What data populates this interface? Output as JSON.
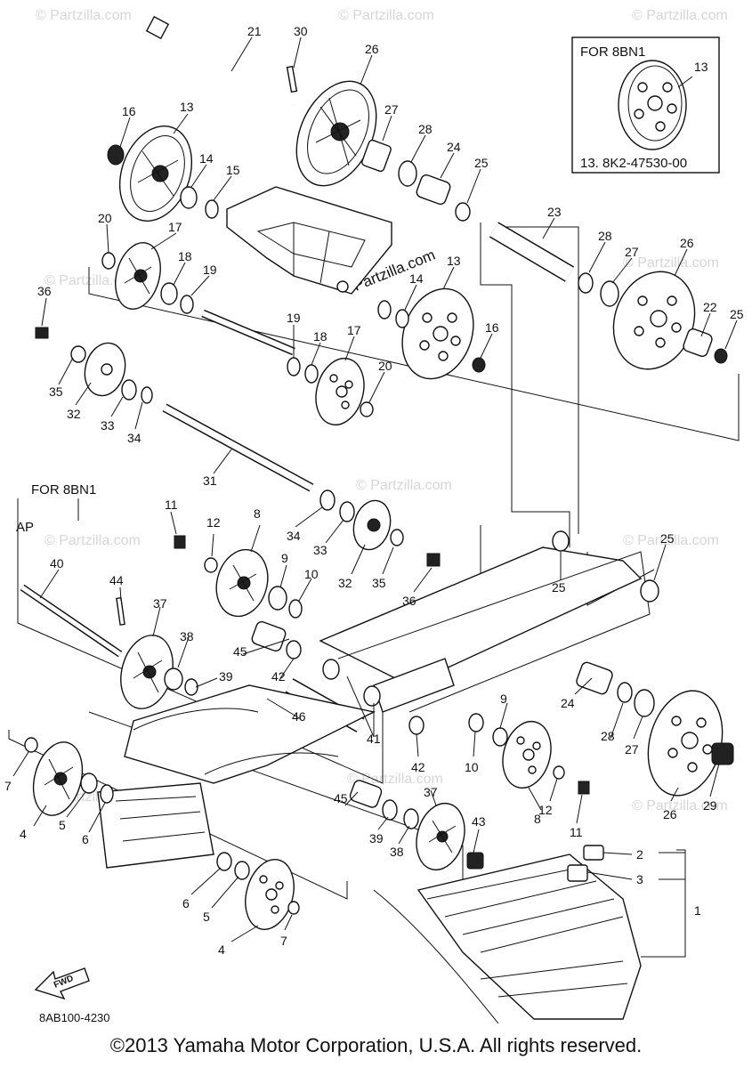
{
  "watermark": "© Partzilla.com",
  "watermark_url": "Partzilla.com",
  "inset": {
    "title": "FOR 8BN1",
    "part": "13",
    "caption": "13. 8K2-47530-00"
  },
  "variant_labels": {
    "for_8bn1": "FOR 8BN1",
    "ap": "AP"
  },
  "fwd_arrow": "FWD",
  "diagram_code": "8AB100-4230",
  "copyright": "©2013 Yamaha Motor Corporation, U.S.A. All rights reserved.",
  "callouts": {
    "c21": "21",
    "c30": "30",
    "c26a": "26",
    "c16a": "16",
    "c13a": "13",
    "c27a": "27",
    "c28a": "28",
    "c24a": "24",
    "c25a": "25",
    "c14a": "14",
    "c15": "15",
    "c20a": "20",
    "c17a": "17",
    "c18a": "18",
    "c19a": "19",
    "c23": "23",
    "c28b": "28",
    "c27b": "27",
    "c26b": "26",
    "c13b": "13",
    "c14b": "14",
    "c36a": "36",
    "c19b": "19",
    "c18b": "18",
    "c17b": "17",
    "c16b": "16",
    "c22": "22",
    "c25b": "25",
    "c20b": "20",
    "c35a": "35",
    "c32a": "32",
    "c33a": "33",
    "c34a": "34",
    "c31": "31",
    "c11a": "11",
    "c12a": "12",
    "c8a": "8",
    "c34b": "34",
    "c33b": "33",
    "c32b": "32",
    "c35b": "35",
    "c36b": "36",
    "c9a": "9",
    "c10a": "10",
    "c25c": "25",
    "c25d": "25",
    "c40": "40",
    "c44": "44",
    "c37a": "37",
    "c38a": "38",
    "c45a": "45",
    "c42a": "42",
    "c39a": "39",
    "c46": "46",
    "c41": "41",
    "c24b": "24",
    "c9b": "9",
    "c28c": "28",
    "c27c": "27",
    "c7a": "7",
    "c42b": "42",
    "c10b": "10",
    "c8b": "8",
    "c4a": "4",
    "c5a": "5",
    "c6a": "6",
    "c45b": "45",
    "c37b": "37",
    "c12b": "12",
    "c29": "29",
    "c26c": "26",
    "c11b": "11",
    "c39b": "39",
    "c38b": "38",
    "c43": "43",
    "c2": "2",
    "c3": "3",
    "c1": "1",
    "c6b": "6",
    "c5b": "5",
    "c4b": "4",
    "c7b": "7"
  }
}
